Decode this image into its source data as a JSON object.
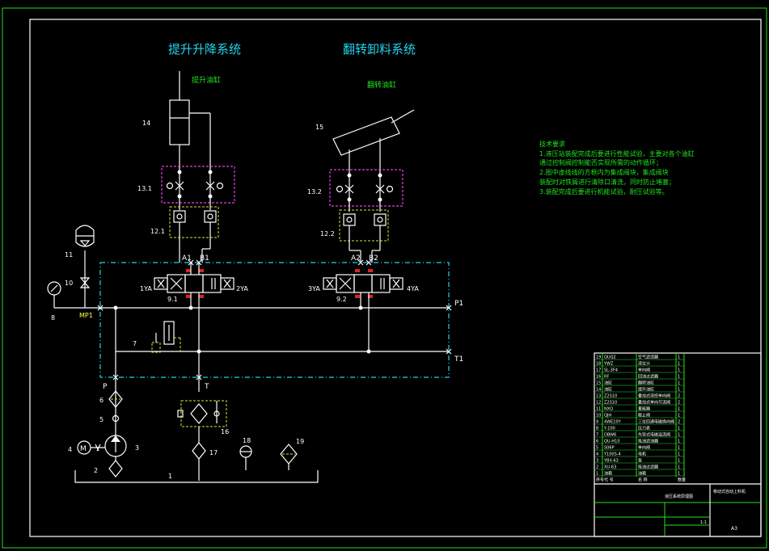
{
  "titles": {
    "lift": "提升升降系统",
    "flip": "翻转卸料系统",
    "lift_cyl": "提升油缸",
    "flip_cyl": "翻转油缸"
  },
  "tech": {
    "heading": "技术要求",
    "lines": [
      "1.液压站装配完成后要进行性能试验，主要对各个油缸",
      "通过控制阀控制能否实现所需的动作循环；",
      "2.图中虚线线的方框内为集成阀块，集成阀块",
      "装配时对铁屑进行清除口清洗，同时防止堵塞；",
      "3.装配完成后要进行机能试验，耐压试验等。"
    ]
  },
  "labels": {
    "n14": "14",
    "n15": "15",
    "n13_1": "13.1",
    "n13_2": "13.2",
    "n12_1": "12.1",
    "n12_2": "12.2",
    "n11": "11",
    "n10": "10",
    "n8": "8",
    "mp1": "MP1",
    "a1": "A1",
    "b1": "B1",
    "a2": "A2",
    "b2": "B2",
    "ya1": "1YA",
    "ya2": "2YA",
    "ya3": "3YA",
    "ya4": "4YA",
    "n9_1": "9.1",
    "n9_2": "9.2",
    "p1": "P1",
    "t1": "T1",
    "n7": "7",
    "p": "P",
    "t": "T",
    "n6": "6",
    "n5": "5",
    "n4": "4",
    "m": "M",
    "n3": "3",
    "n2": "2",
    "n1": "1",
    "n16": "16",
    "n17": "17",
    "n18": "18",
    "n19": "19"
  },
  "bom": {
    "rows": [
      [
        "19",
        "QUQ2",
        "空气滤清器",
        "1"
      ],
      [
        "18",
        "YWZ",
        "液位计",
        "1"
      ],
      [
        "17",
        "SL-3F4",
        "单向阀",
        "1"
      ],
      [
        "16",
        "RF",
        "回油过滤器",
        "1"
      ],
      [
        "15",
        "油缸",
        "翻转油缸",
        "1"
      ],
      [
        "14",
        "油缸",
        "提升油缸",
        "1"
      ],
      [
        "13",
        "Z2S10",
        "叠加式液控单向阀",
        "2"
      ],
      [
        "12",
        "Z2S10",
        "叠加式单向节流阀",
        "2"
      ],
      [
        "11",
        "NXQ",
        "蓄能器",
        "1"
      ],
      [
        "10",
        "QJH",
        "截止阀",
        "1"
      ],
      [
        "9",
        "4WE10Y",
        "三位四通电磁换向阀",
        "2"
      ],
      [
        "8",
        "Y-100",
        "压力表",
        "1"
      ],
      [
        "7",
        "DBW6",
        "先导式电磁溢流阀",
        "1"
      ],
      [
        "6",
        "QU-H10",
        "吸油滤油器",
        "1"
      ],
      [
        "5",
        "S06P",
        "单向阀",
        "1"
      ],
      [
        "4",
        "Y100S-4",
        "电机",
        "1"
      ],
      [
        "3",
        "YBX-63",
        "泵",
        "1"
      ],
      [
        "2",
        "XU-63",
        "吸油过滤器",
        "1"
      ],
      [
        "1",
        "油箱",
        "油箱",
        "1"
      ]
    ],
    "header": [
      "序号",
      "代 号",
      "名 称",
      "数量"
    ],
    "drawing_name": "液压系统原理图",
    "product_name": "移动式自动上料机",
    "scale": "1:1",
    "sheet": "A3"
  }
}
